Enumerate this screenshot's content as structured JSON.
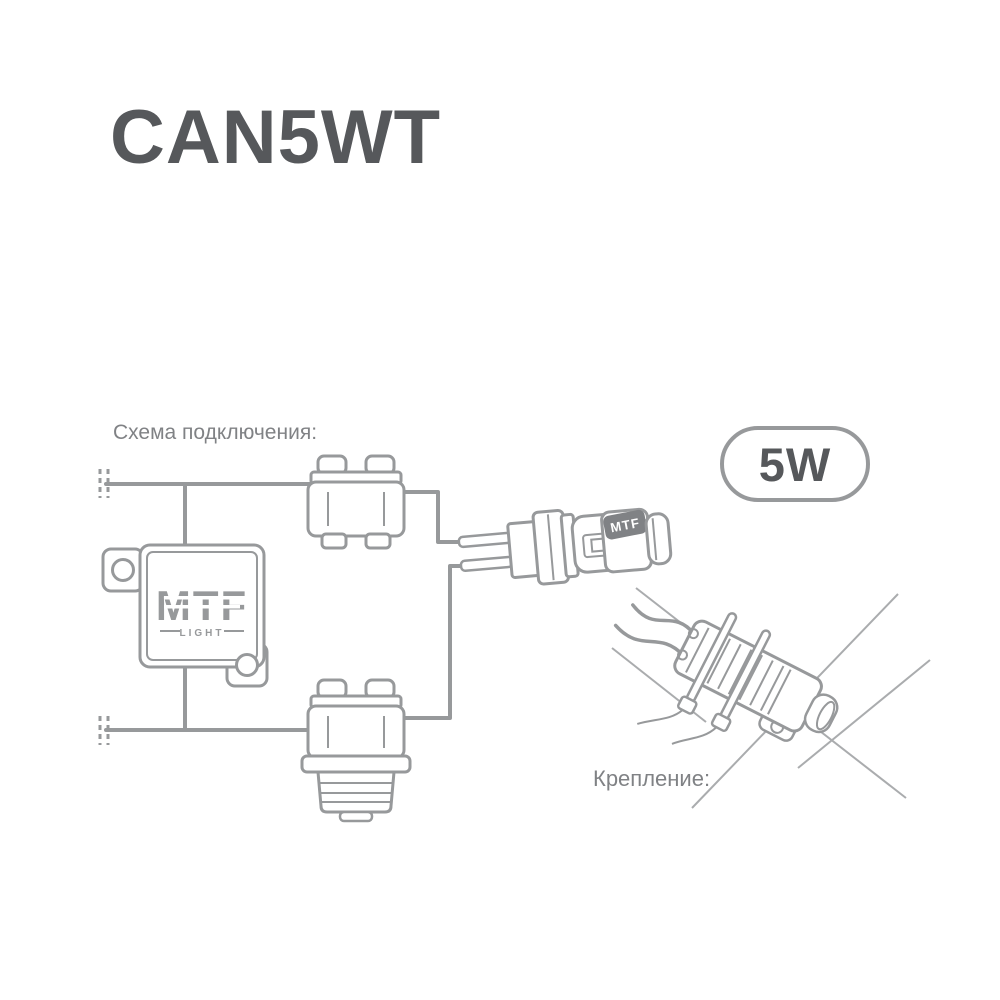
{
  "page": {
    "title": "CAN5WT"
  },
  "labels": {
    "schema": "Схема подключения:",
    "mounting": "Крепление:"
  },
  "badge": {
    "text": "5W"
  },
  "diagram": {
    "resistor_logo": "MTF",
    "resistor_logo_sub": "LIGHT",
    "bulb_logo": "MTF"
  },
  "colors": {
    "title": "#56585b",
    "label": "#808285",
    "line": "#97999b",
    "thin-line": "#aaacae",
    "badge-text": "#56585b",
    "background": "#ffffff"
  }
}
